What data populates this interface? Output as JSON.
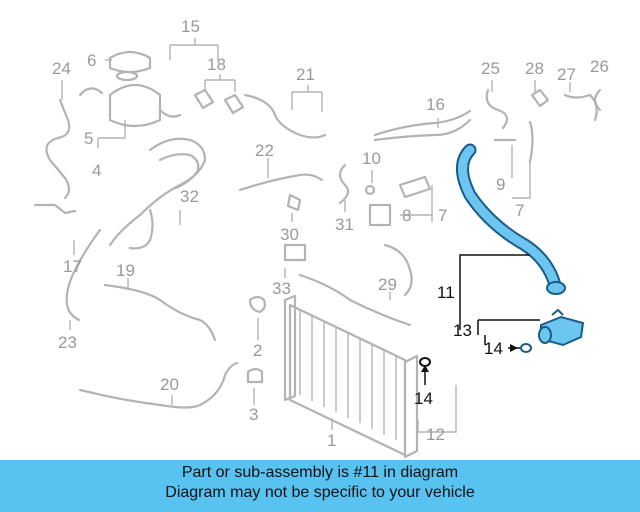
{
  "diagram": {
    "labels_gray": {
      "l1": "1",
      "l2": "2",
      "l3": "3",
      "l4": "4",
      "l5": "5",
      "l6": "6",
      "l7a": "7",
      "l7b": "7",
      "l8": "8",
      "l9": "9",
      "l10": "10",
      "l12": "12",
      "l15": "15",
      "l16": "16",
      "l17": "17",
      "l18": "18",
      "l19": "19",
      "l20": "20",
      "l21": "21",
      "l22": "22",
      "l23": "23",
      "l24": "24",
      "l25": "25",
      "l26": "26",
      "l27": "27",
      "l28": "28",
      "l29": "29",
      "l30": "30",
      "l31": "31",
      "l32": "32",
      "l33": "33"
    },
    "labels_highlight": {
      "l11": "11",
      "l13": "13",
      "l14a": "14",
      "l14b": "14"
    },
    "colors": {
      "highlight_part": "#6dc6ef",
      "highlight_outline": "#1a5b8a",
      "faded_part": "#b3b3b3",
      "banner": "#58c2f0"
    }
  },
  "banner": {
    "line1": "Part or sub-assembly is #11 in diagram",
    "line2": "Diagram may not be specific to your vehicle"
  }
}
